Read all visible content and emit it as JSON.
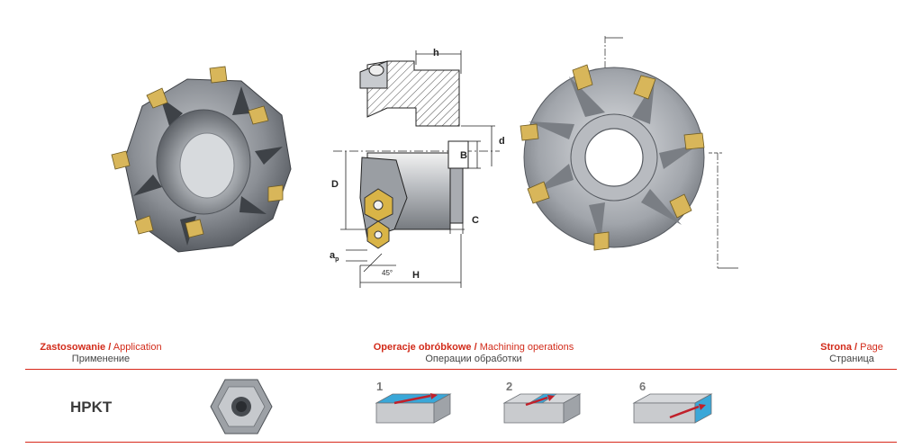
{
  "diagram": {
    "labels": {
      "h": "h",
      "d": "d",
      "B": "B",
      "D": "D",
      "C": "C",
      "ap": "a",
      "ap_sub": "p",
      "angle": "45°",
      "H": "H"
    }
  },
  "table": {
    "application": {
      "label_pl": "Zastosowanie",
      "separator": "/",
      "label_en": "Application",
      "label_ru": "Применение"
    },
    "operations": {
      "label_pl": "Operacje obróbkowe",
      "separator": "/",
      "label_en": "Machining operations",
      "label_ru": "Операции обработки"
    },
    "page": {
      "label_pl": "Strona",
      "separator": "/",
      "label_en": "Page",
      "label_ru": "Страница"
    },
    "row": {
      "insert_code": "HPKT",
      "operation_numbers": [
        "1",
        "2",
        "6"
      ]
    }
  },
  "colors": {
    "accent": "#d22b1a",
    "steel": "#8c8f94",
    "insert_gold": "#d8b65a",
    "workpiece_blue": "#3aa7d8",
    "arrow_red": "#c0202a"
  }
}
